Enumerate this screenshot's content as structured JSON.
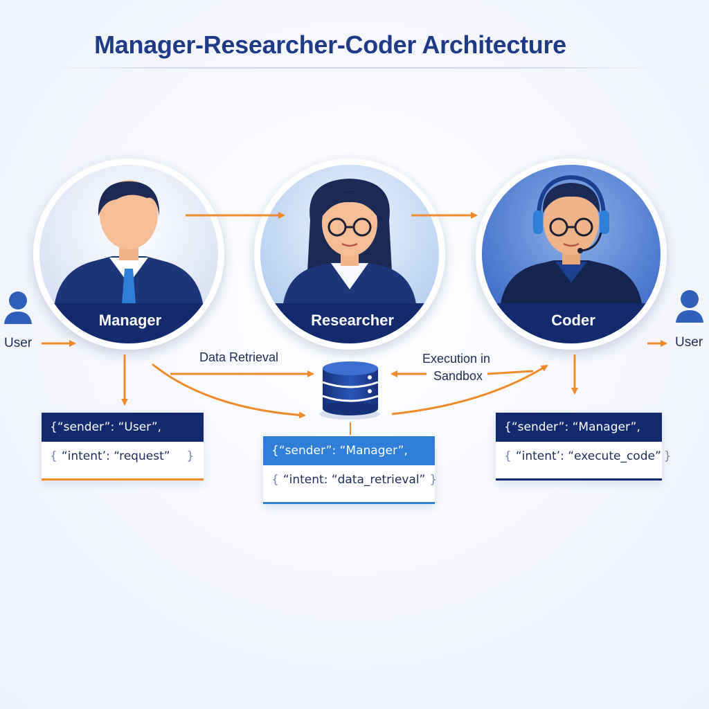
{
  "title": "Manager-Researcher-Coder Architecture",
  "agents": [
    {
      "label": "Manager"
    },
    {
      "label": "Researcher"
    },
    {
      "label": "Coder"
    }
  ],
  "users": [
    {
      "label": "User"
    },
    {
      "label": "User"
    }
  ],
  "edges": {
    "data_retrieval": "Data Retrieval",
    "execution_line1": "Execution in",
    "execution_line2": "Sandbox"
  },
  "messages": [
    {
      "head": "{“sender”: “User”,",
      "open": "{",
      "body": "“intent’: “request”",
      "close": "}"
    },
    {
      "head": "{“sender”: “Manager”,",
      "open": "{",
      "body": "“intent: “data_retrieval”",
      "close": "}"
    },
    {
      "head": "{“sender”: “Manager”,",
      "open": "{",
      "body": "“intent’: “execute_code”",
      "close": "}"
    }
  ],
  "colors": {
    "navy": "#1f3a86",
    "deep_navy": "#142a6e",
    "accent_blue": "#2f7fd8",
    "arrow_orange": "#ef8a2b"
  },
  "icons": [
    "manager-avatar-icon",
    "researcher-avatar-icon",
    "coder-avatar-icon",
    "user-icon",
    "database-icon"
  ]
}
